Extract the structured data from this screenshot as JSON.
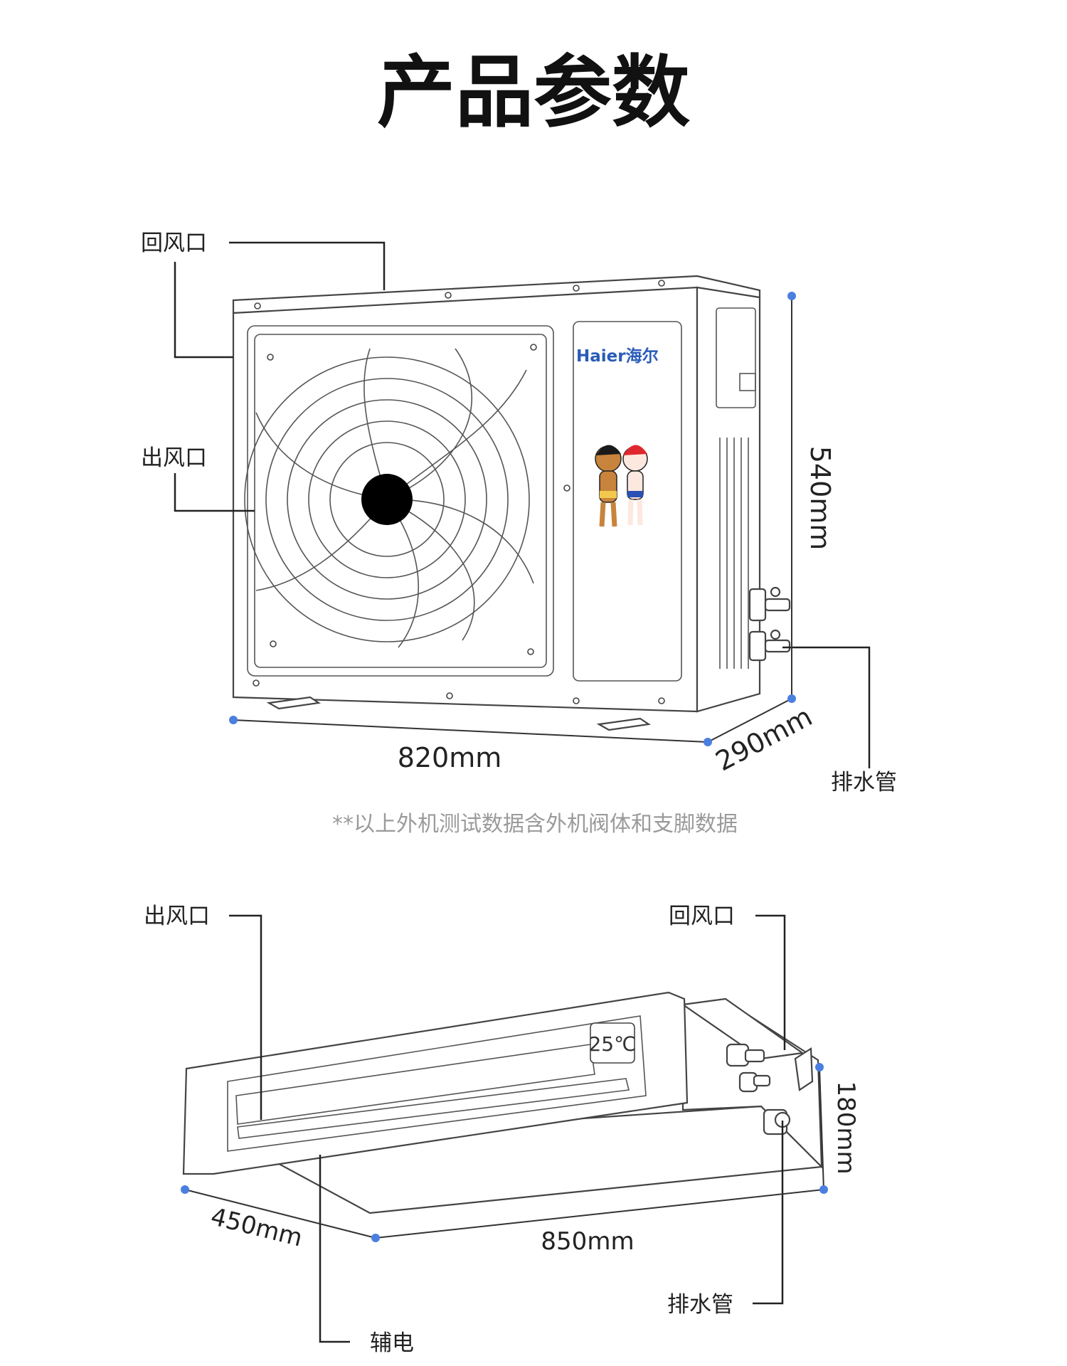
{
  "title": "产品参数",
  "outdoor_unit": {
    "labels": {
      "return_air": "回风口",
      "air_outlet": "出风口",
      "drain_pipe": "排水管"
    },
    "dimensions": {
      "width": "820mm",
      "height": "540mm",
      "depth": "290mm"
    },
    "brand_logo": "Haier海尔",
    "note": "**以上外机测试数据含外机阀体和支脚数据"
  },
  "indoor_unit": {
    "labels": {
      "air_outlet": "出风口",
      "return_air": "回风口",
      "drain_pipe": "排水管",
      "aux_heat": "辅电"
    },
    "display": "25℃",
    "dimensions": {
      "width": "850mm",
      "depth": "450mm",
      "height": "180mm"
    }
  },
  "colors": {
    "dimension_dot": "#4a7fe0",
    "text": "#222222",
    "note": "#9a9a9a"
  }
}
